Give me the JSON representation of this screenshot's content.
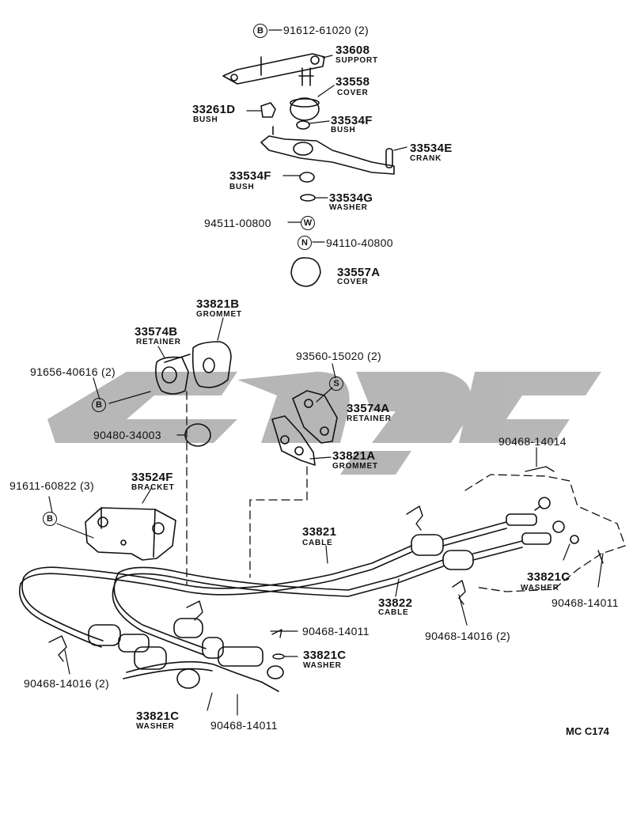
{
  "watermark_color": "#b3b3b3",
  "diagram_code": "MC C174",
  "symbols": {
    "bolt": "B",
    "washer": "W",
    "nut": "N",
    "screw": "S"
  },
  "parts": [
    {
      "id": "p1",
      "number": "91612-61020 (2)",
      "name": ""
    },
    {
      "id": "p2",
      "number": "33608",
      "name": "SUPPORT"
    },
    {
      "id": "p3",
      "number": "33558",
      "name": "COVER"
    },
    {
      "id": "p4",
      "number": "33261D",
      "name": "BUSH"
    },
    {
      "id": "p5",
      "number": "33534F",
      "name": "BUSH"
    },
    {
      "id": "p6",
      "number": "33534E",
      "name": "CRANK"
    },
    {
      "id": "p7",
      "number": "33534F",
      "name": "BUSH"
    },
    {
      "id": "p8",
      "number": "33534G",
      "name": "WASHER"
    },
    {
      "id": "p9",
      "number": "94511-00800",
      "name": ""
    },
    {
      "id": "p10",
      "number": "94110-40800",
      "name": ""
    },
    {
      "id": "p11",
      "number": "33557A",
      "name": "COVER"
    },
    {
      "id": "p12",
      "number": "33821B",
      "name": "GROMMET"
    },
    {
      "id": "p13",
      "number": "33574B",
      "name": "RETAINER"
    },
    {
      "id": "p14",
      "number": "91656-40616 (2)",
      "name": ""
    },
    {
      "id": "p15",
      "number": "93560-15020 (2)",
      "name": ""
    },
    {
      "id": "p16",
      "number": "33574A",
      "name": "RETAINER"
    },
    {
      "id": "p17",
      "number": "90480-34003",
      "name": ""
    },
    {
      "id": "p18",
      "number": "33821A",
      "name": "GROMMET"
    },
    {
      "id": "p19",
      "number": "90468-14014",
      "name": ""
    },
    {
      "id": "p20",
      "number": "91611-60822 (3)",
      "name": ""
    },
    {
      "id": "p21",
      "number": "33524F",
      "name": "BRACKET"
    },
    {
      "id": "p22",
      "number": "33821",
      "name": "CABLE"
    },
    {
      "id": "p23",
      "number": "33821C",
      "name": "WASHER"
    },
    {
      "id": "p24",
      "number": "90468-14011",
      "name": ""
    },
    {
      "id": "p25",
      "number": "33822",
      "name": "CABLE"
    },
    {
      "id": "p26",
      "number": "90468-14016 (2)",
      "name": ""
    },
    {
      "id": "p27",
      "number": "90468-14011",
      "name": ""
    },
    {
      "id": "p28",
      "number": "33821C",
      "name": "WASHER"
    },
    {
      "id": "p29",
      "number": "90468-14016 (2)",
      "name": ""
    },
    {
      "id": "p30",
      "number": "33821C",
      "name": "WASHER"
    },
    {
      "id": "p31",
      "number": "90468-14011",
      "name": ""
    }
  ]
}
